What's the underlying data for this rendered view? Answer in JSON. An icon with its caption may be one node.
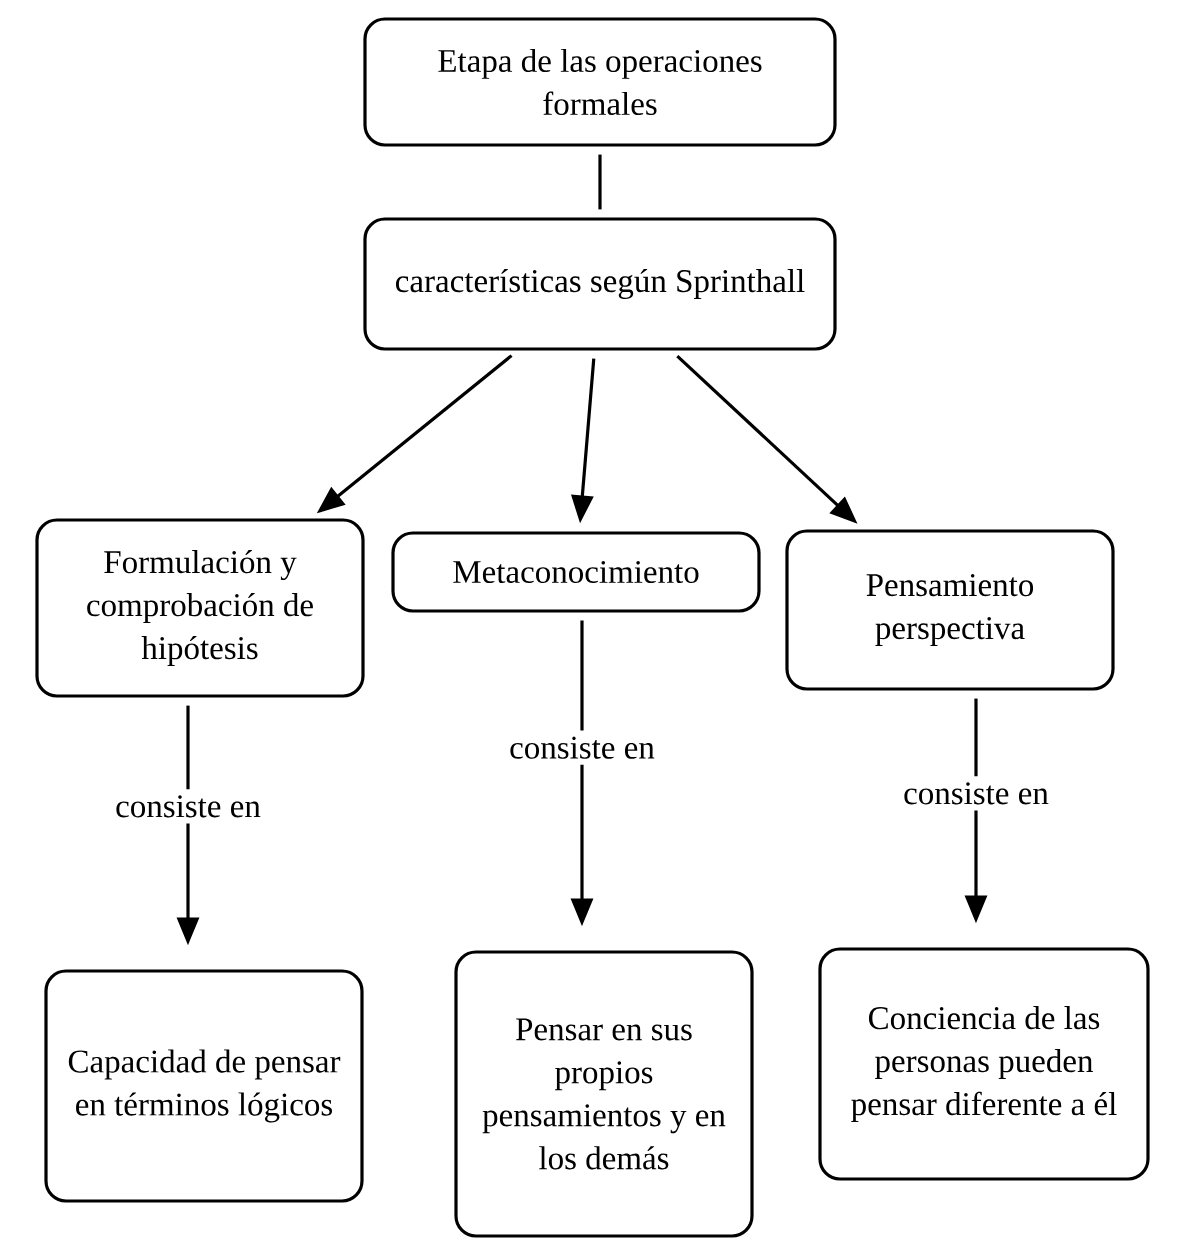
{
  "diagram": {
    "nodes": [
      {
        "text": [
          "Etapa de las operaciones formales"
        ]
      },
      {
        "text": [
          "características según Sprinthall"
        ]
      },
      {
        "text": [
          "Formulación y comprobación de hipótesis"
        ]
      },
      {
        "text": [
          "Metaconocimiento"
        ]
      },
      {
        "text": [
          "Pensamiento perspectiva"
        ]
      },
      {
        "text": [
          "Capacidad de pensar en términos lógicos"
        ]
      },
      {
        "text": [
          "Pensar en sus propios pensamientos y en los demás"
        ]
      },
      {
        "text": [
          "Conciencia de las personas pueden pensar diferente a él"
        ]
      }
    ],
    "edges": [
      {
        "from": 0,
        "to": 1,
        "arrow": "none"
      },
      {
        "from": 1,
        "to": 2,
        "arrow": "to"
      },
      {
        "from": 1,
        "to": 3,
        "arrow": "to"
      },
      {
        "from": 1,
        "to": 4,
        "arrow": "to"
      },
      {
        "from": 2,
        "to": 5,
        "arrow": "to",
        "label": "consiste en"
      },
      {
        "from": 3,
        "to": 6,
        "arrow": "to",
        "label": "consiste en"
      },
      {
        "from": 4,
        "to": 7,
        "arrow": "to",
        "label": "consiste en"
      }
    ]
  }
}
